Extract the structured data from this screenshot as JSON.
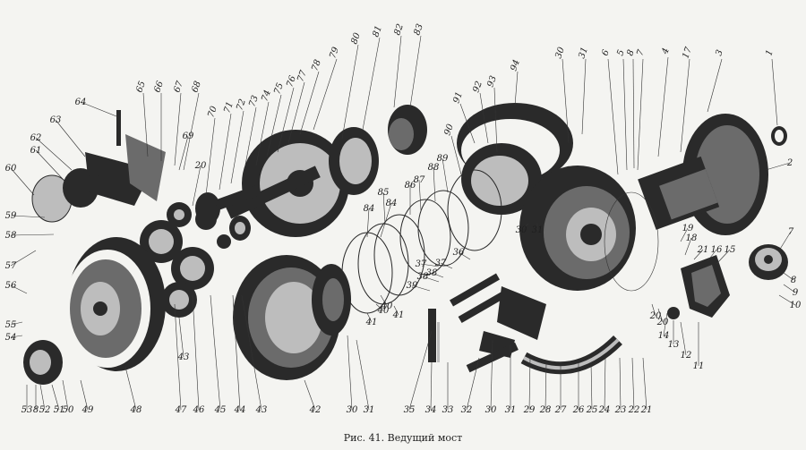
{
  "caption": "Рис. 41. Ведущий мост",
  "callouts": [
    {
      "text": "1"
    },
    {
      "text": "2"
    },
    {
      "text": "3"
    },
    {
      "text": "4"
    },
    {
      "text": "5"
    },
    {
      "text": "6"
    },
    {
      "text": "7"
    },
    {
      "text": "7"
    },
    {
      "text": "8"
    },
    {
      "text": "8"
    },
    {
      "text": "9"
    },
    {
      "text": "10"
    },
    {
      "text": "11"
    },
    {
      "text": "12"
    },
    {
      "text": "13"
    },
    {
      "text": "14"
    },
    {
      "text": "15"
    },
    {
      "text": "16"
    },
    {
      "text": "17"
    },
    {
      "text": "18"
    },
    {
      "text": "19"
    },
    {
      "text": "20"
    },
    {
      "text": "20"
    },
    {
      "text": "21"
    },
    {
      "text": "21"
    },
    {
      "text": "22"
    },
    {
      "text": "23"
    },
    {
      "text": "24"
    },
    {
      "text": "25"
    },
    {
      "text": "26"
    },
    {
      "text": "27"
    },
    {
      "text": "28"
    },
    {
      "text": "29"
    },
    {
      "text": "30"
    },
    {
      "text": "31"
    },
    {
      "text": "32"
    },
    {
      "text": "33"
    },
    {
      "text": "34"
    },
    {
      "text": "35"
    },
    {
      "text": "36"
    },
    {
      "text": "37"
    },
    {
      "text": "38"
    },
    {
      "text": "30"
    },
    {
      "text": "31"
    },
    {
      "text": "30"
    },
    {
      "text": "31"
    },
    {
      "text": "37"
    },
    {
      "text": "38"
    },
    {
      "text": "39"
    },
    {
      "text": "40"
    },
    {
      "text": "41"
    },
    {
      "text": "42"
    },
    {
      "text": "43"
    },
    {
      "text": "44"
    },
    {
      "text": "45"
    },
    {
      "text": "46"
    },
    {
      "text": "47"
    },
    {
      "text": "48"
    },
    {
      "text": "49"
    },
    {
      "text": "50"
    },
    {
      "text": "51"
    },
    {
      "text": "52"
    },
    {
      "text": "8"
    },
    {
      "text": "53"
    },
    {
      "text": "54"
    },
    {
      "text": "55"
    },
    {
      "text": "56"
    },
    {
      "text": "57"
    },
    {
      "text": "58"
    },
    {
      "text": "59"
    },
    {
      "text": "60"
    },
    {
      "text": "61"
    },
    {
      "text": "62"
    },
    {
      "text": "63"
    },
    {
      "text": "64"
    },
    {
      "text": "65"
    },
    {
      "text": "66"
    },
    {
      "text": "67"
    },
    {
      "text": "68"
    },
    {
      "text": "69"
    },
    {
      "text": "70"
    },
    {
      "text": "71"
    },
    {
      "text": "72"
    },
    {
      "text": "73"
    },
    {
      "text": "74"
    },
    {
      "text": "75"
    },
    {
      "text": "76"
    },
    {
      "text": "77"
    },
    {
      "text": "78"
    },
    {
      "text": "79"
    },
    {
      "text": "80"
    },
    {
      "text": "81"
    },
    {
      "text": "82"
    },
    {
      "text": "83"
    },
    {
      "text": "84"
    },
    {
      "text": "84"
    },
    {
      "text": "85"
    },
    {
      "text": "86"
    },
    {
      "text": "87"
    },
    {
      "text": "88"
    },
    {
      "text": "89"
    },
    {
      "text": "90"
    },
    {
      "text": "91"
    },
    {
      "text": "92"
    },
    {
      "text": "93"
    },
    {
      "text": "94"
    },
    {
      "text": "20"
    },
    {
      "text": "40"
    },
    {
      "text": "41"
    },
    {
      "text": "43"
    },
    {
      "text": "30"
    },
    {
      "text": "31"
    }
  ]
}
